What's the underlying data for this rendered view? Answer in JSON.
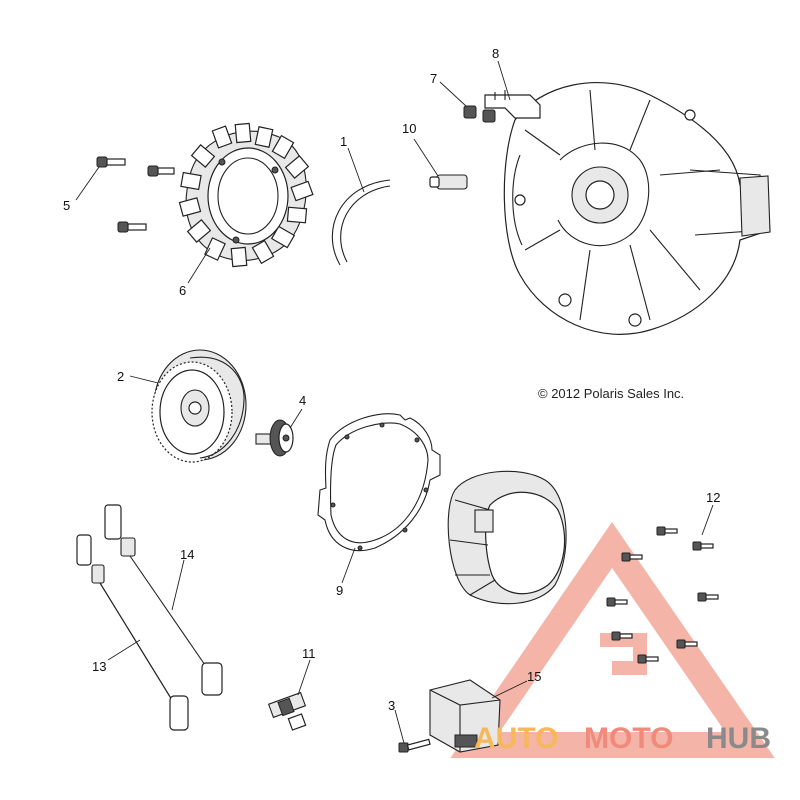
{
  "copyright": "© 2012 Polaris Sales Inc.",
  "callouts": {
    "c1": "1",
    "c2": "2",
    "c3": "3",
    "c4": "4",
    "c5": "5",
    "c6": "6",
    "c7": "7",
    "c8": "8",
    "c9": "9",
    "c10": "10",
    "c11": "11",
    "c12": "12",
    "c13": "13",
    "c14": "14",
    "c15": "15"
  },
  "watermark": {
    "part1": "AUTO",
    "part2": "MOTO",
    "part3": "HUB",
    "colors": {
      "auto": "#f5b85a",
      "moto": "#f08a7a",
      "hub": "#8a8a8a",
      "triangle": "#f08a7a"
    }
  }
}
